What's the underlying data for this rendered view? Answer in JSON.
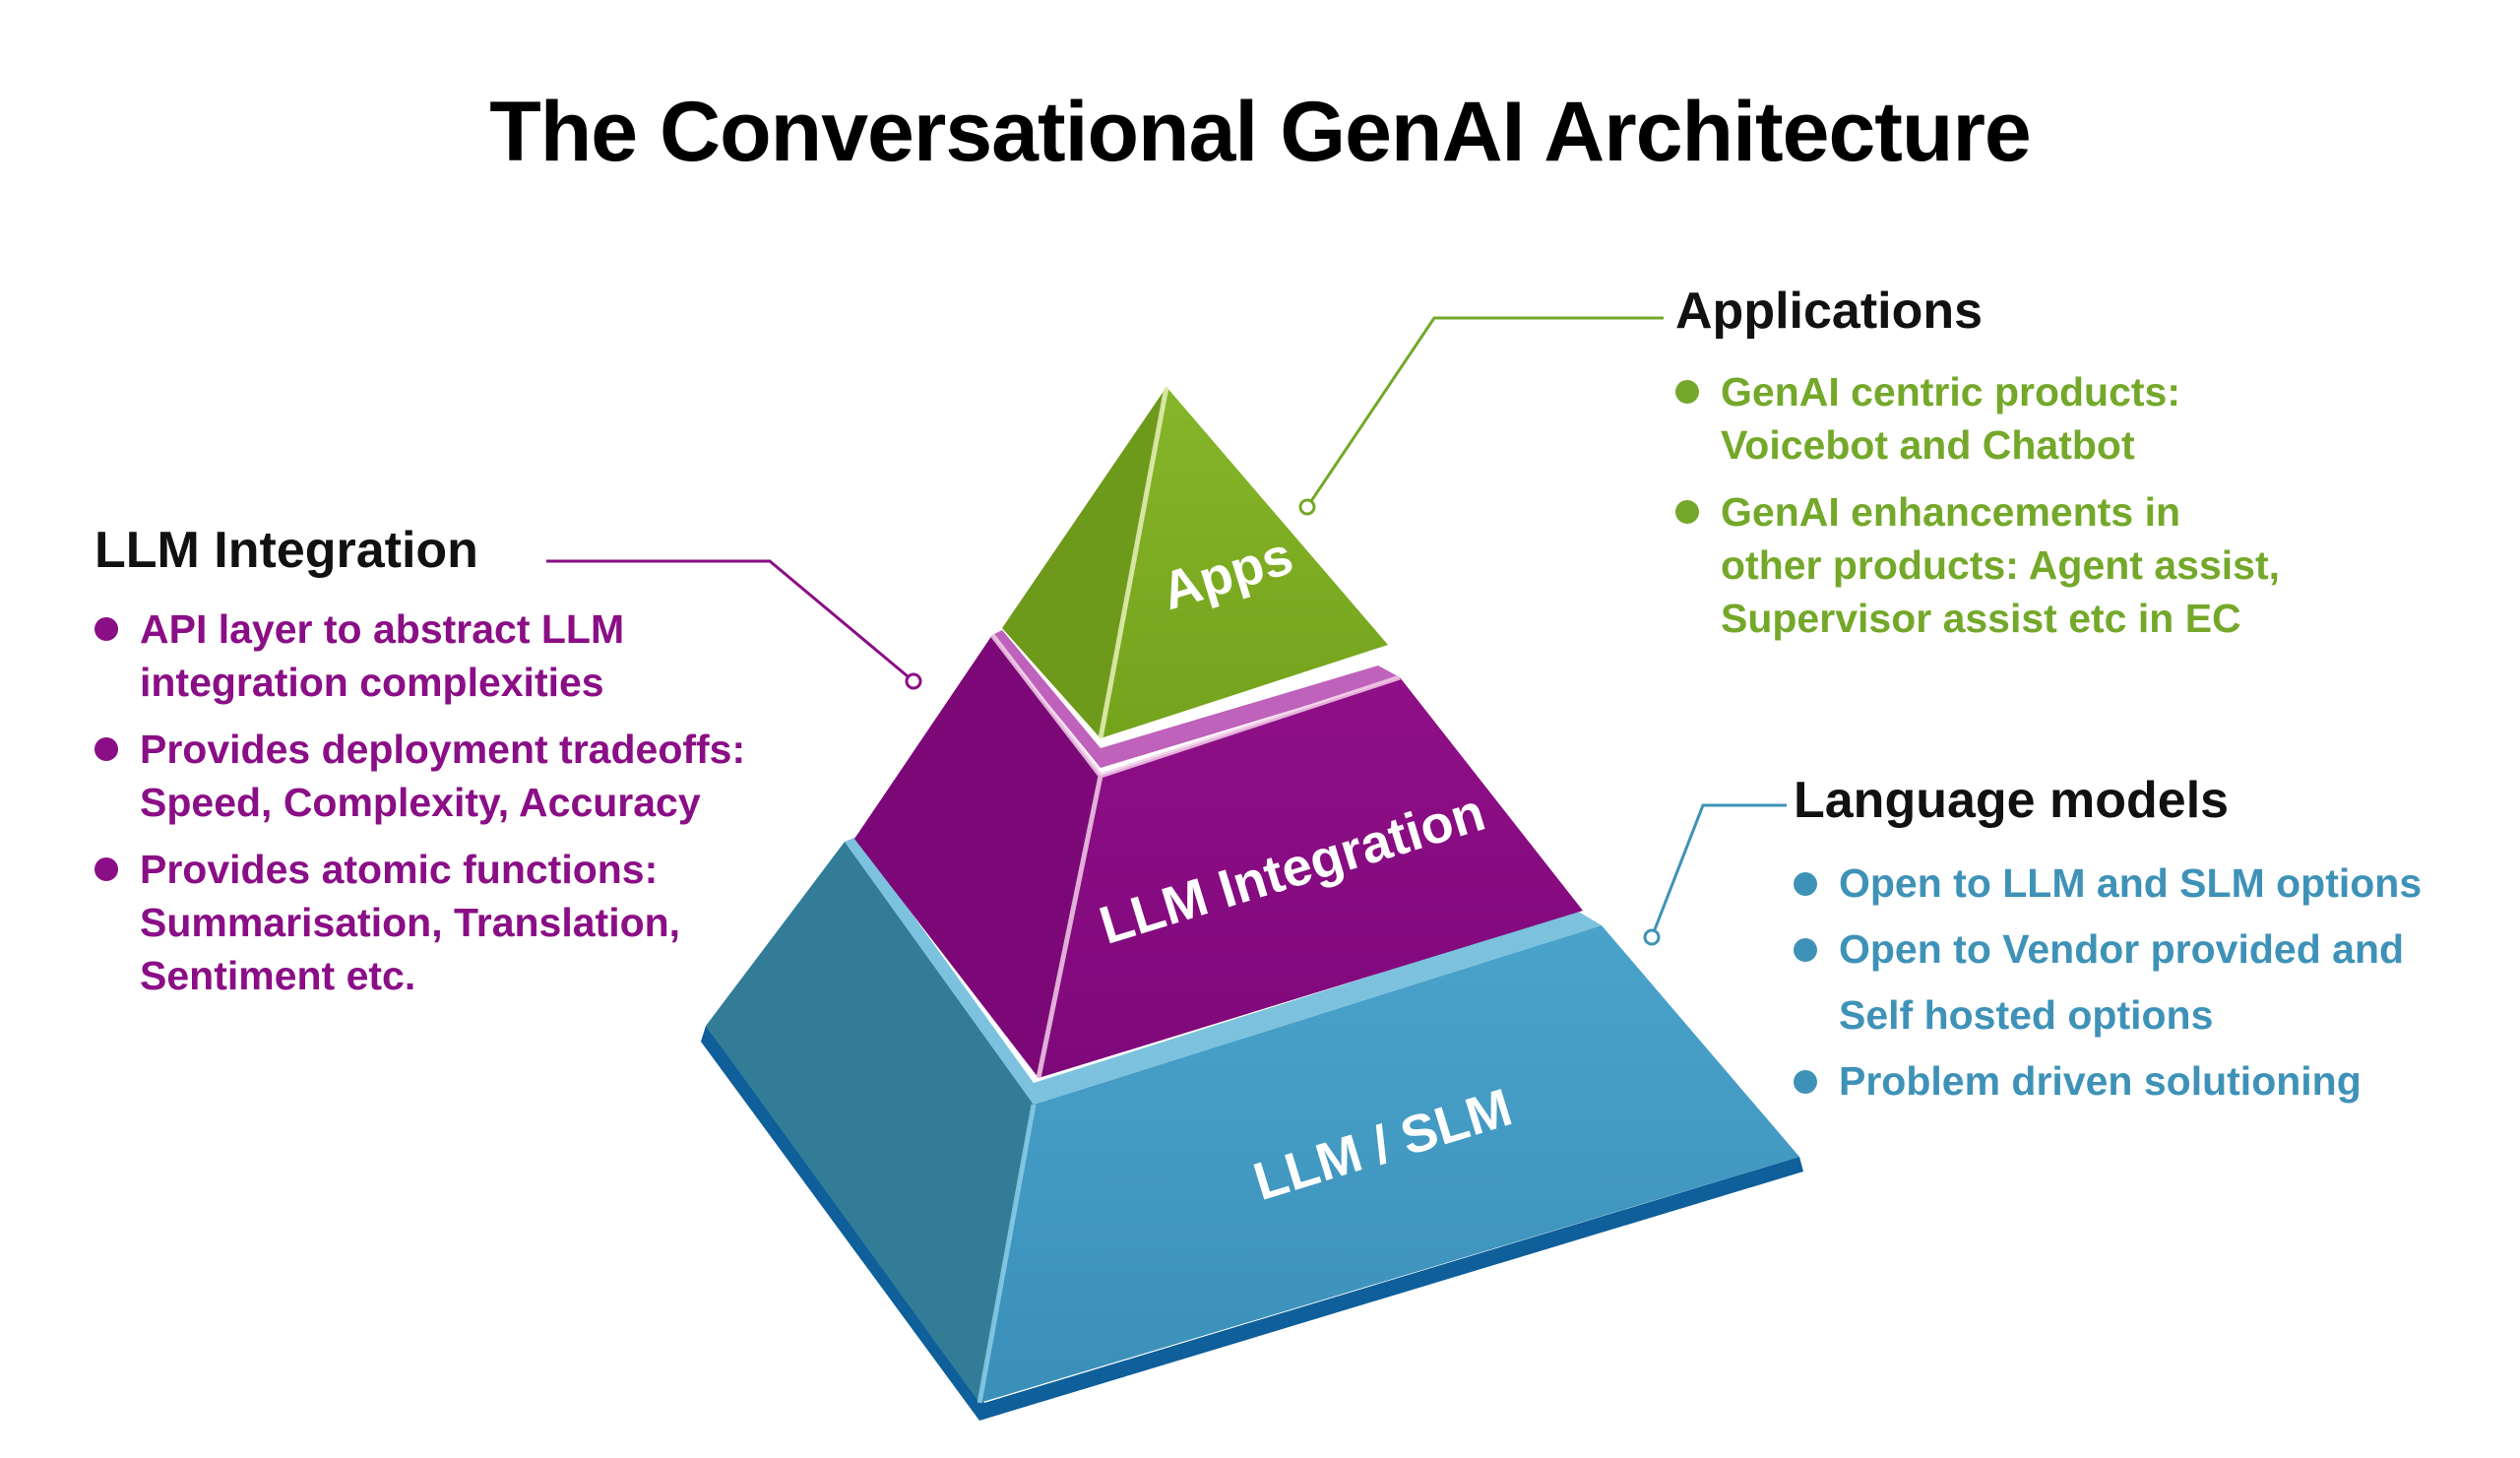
{
  "title": "The Conversational GenAI Architecture",
  "pyramid": {
    "top_label": "Apps",
    "middle_label": "LLM Integration",
    "base_label": "LLM / SLM"
  },
  "panels": {
    "llm_integration": {
      "heading": "LLM Integration",
      "bullets": [
        [
          "API layer to abstract LLM",
          "integration complexities"
        ],
        [
          "Provides deployment tradeoffs:",
          "Speed, Complexity, Accuracy"
        ],
        [
          "Provides atomic functions:",
          "Summarisation, Translation,",
          "Sentiment etc."
        ]
      ]
    },
    "applications": {
      "heading": "Applications",
      "bullets": [
        [
          "GenAI centric products:",
          "Voicebot and Chatbot"
        ],
        [
          "GenAI enhancements in",
          "other products: Agent assist,",
          "Supervisor assist etc in EC"
        ]
      ]
    },
    "language_models": {
      "heading": "Language models",
      "bullets": [
        [
          "Open to LLM and SLM options"
        ],
        [
          "Open to Vendor provided and",
          "Self hosted options"
        ],
        [
          "Problem driven solutioning"
        ]
      ]
    }
  },
  "colors": {
    "apps": "#7aa81e",
    "integration": "#8b0a83",
    "base": "#3f95bd",
    "llm_text": "#8a0e86",
    "apps_text": "#74a82a",
    "lang_text": "#3f92b7"
  }
}
